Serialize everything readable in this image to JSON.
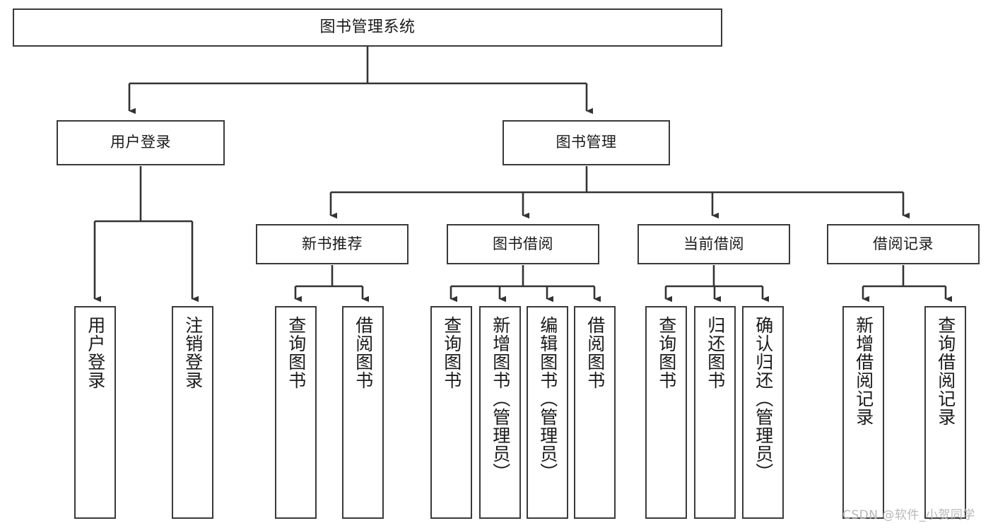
{
  "diagram": {
    "title": "图书管理系统",
    "type": "功能结构图",
    "colors": {
      "box_border": "#3a3a3a",
      "box_fill": "#ffffff",
      "connector": "#333333",
      "text": "#1a1a1a",
      "watermark": "#b8b8b8",
      "background": "#ffffff"
    },
    "root": {
      "label": "图书管理系统"
    },
    "level2": [
      {
        "label": "用户登录"
      },
      {
        "label": "图书管理"
      }
    ],
    "level3": [
      {
        "label": "新书推荐"
      },
      {
        "label": "图书借阅"
      },
      {
        "label": "当前借阅"
      },
      {
        "label": "借阅记录"
      }
    ],
    "leaves": {
      "user_login": [
        {
          "label": "用户登录"
        },
        {
          "label": "注销登录"
        }
      ],
      "new_book_recommend": [
        {
          "label": "查询图书"
        },
        {
          "label": "借阅图书"
        }
      ],
      "book_borrow": [
        {
          "label": "查询图书"
        },
        {
          "label": "新增图书（管理员）"
        },
        {
          "label": "编辑图书（管理员）"
        },
        {
          "label": "借阅图书"
        }
      ],
      "current_borrow": [
        {
          "label": "查询图书"
        },
        {
          "label": "归还图书"
        },
        {
          "label": "确认归还（管理员）"
        }
      ],
      "borrow_record": [
        {
          "label": "新增借阅记录"
        },
        {
          "label": "查询借阅记录"
        }
      ]
    }
  },
  "watermark": {
    "text": "CSDN @软件_小贺同学"
  }
}
